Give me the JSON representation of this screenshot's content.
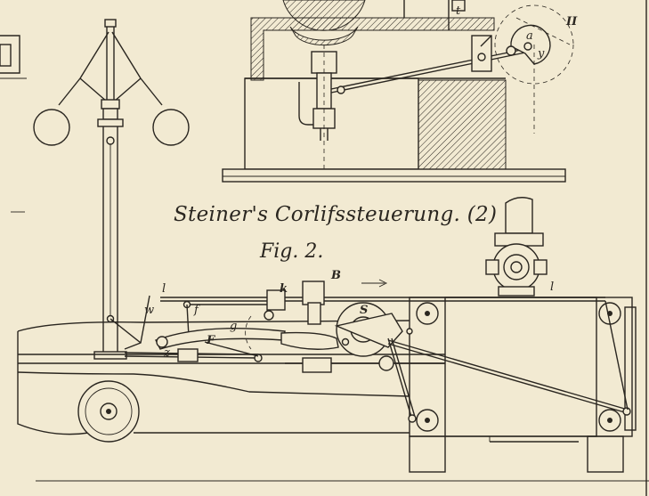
{
  "title": "Steiner's Corlifssteuerung. (2)",
  "figure": "Fig. 2.",
  "labels": {
    "l_left": "l",
    "l_right": "l",
    "w": "w",
    "f": "f",
    "k": "k",
    "B": "B",
    "g": "g",
    "F": "F",
    "S": "S",
    "z": "z",
    "a": "a",
    "y": "y",
    "t": "t",
    "II": "II"
  }
}
